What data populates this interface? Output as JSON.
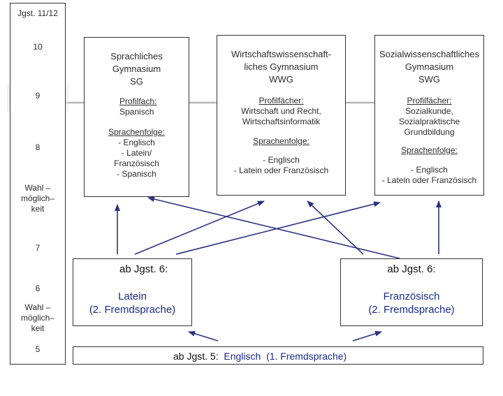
{
  "grades": {
    "header": "Jgst. 11/12",
    "g10": "10",
    "g9": "9",
    "g8": "8",
    "wahl1": [
      "Wahl –",
      "möglich–",
      "keit"
    ],
    "g7": "7",
    "g6": "6",
    "wahl2": [
      "Wahl –",
      "möglich–",
      "keit"
    ],
    "g5": "5"
  },
  "sg": {
    "title": [
      "Sprachliches",
      "Gymnasium",
      "SG"
    ],
    "profil_label": "Profilfach:",
    "profil": [
      "Spanisch"
    ],
    "sprach_label": "Sprachenfolge:",
    "sprach": [
      "- Englisch",
      "- Latein/",
      "Französisch",
      "- Spanisch"
    ]
  },
  "wwg": {
    "title": [
      "Wirtschaftswissenschaft-",
      "liches Gymnasium",
      "WWG"
    ],
    "profil_label": "Profilfächer:",
    "profil": [
      "Wirtschaft und Recht,",
      "Wirtschaftsinformatik"
    ],
    "sprach_label": "Sprachenfolge:",
    "sprach": [
      "- Englisch",
      "- Latein oder Französisch"
    ]
  },
  "swg": {
    "title": [
      "Sozialwissenschaftliches",
      "Gymnasium",
      "SWG"
    ],
    "profil_label": "Profilfächer:",
    "profil": [
      "Sozialkunde,",
      "Sozialpraktische",
      "Grundbildung"
    ],
    "sprach_label": "Sprachenfolge:",
    "sprach": [
      "- Englisch",
      "- Latein oder Französisch"
    ]
  },
  "latein": {
    "heading": "ab Jgst. 6:",
    "lines": [
      "Latein",
      "(2. Fremdsprache)"
    ]
  },
  "franz": {
    "heading": "ab Jgst. 6:",
    "lines": [
      "Französisch",
      "(2. Fremdsprache)"
    ]
  },
  "englisch": {
    "prefix": "ab Jgst. 5",
    "colon": ":",
    "text": "Englisch  (1. Fremdsprache)"
  },
  "colors": {
    "text_blue": "#1a2b8a",
    "line": "#2b3280",
    "gray_line": "#b0b0b0"
  }
}
